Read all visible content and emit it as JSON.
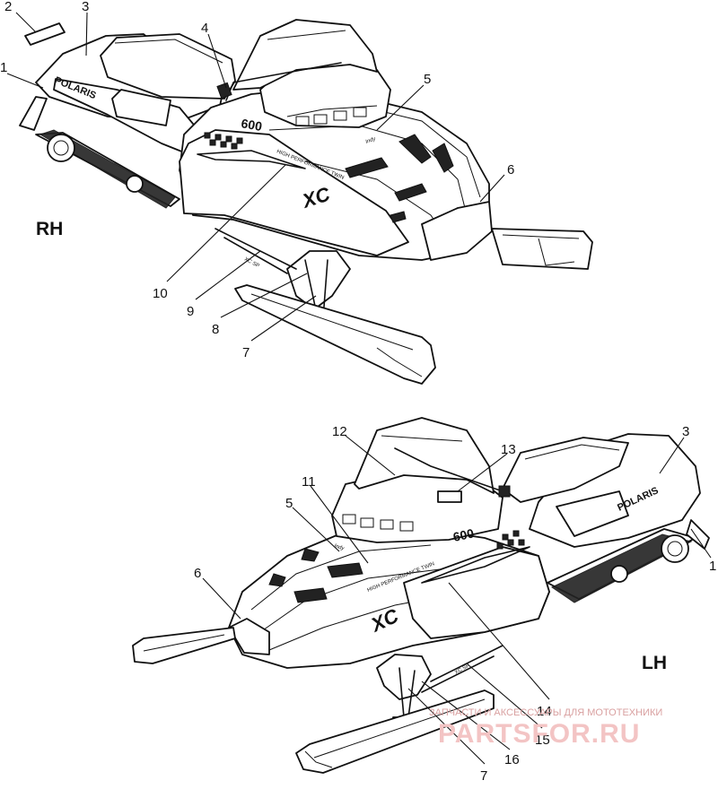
{
  "views": {
    "rh": {
      "label": "RH"
    },
    "lh": {
      "label": "LH"
    }
  },
  "decal_text": {
    "brand": "POLARIS",
    "engine": "600",
    "model": "XC",
    "feature": "HIGH PERFORMANCE TWIN",
    "xc_sp": "XC SP",
    "indy": "Indy"
  },
  "callouts": {
    "rh": [
      "1",
      "2",
      "3",
      "4",
      "5",
      "6",
      "7",
      "8",
      "9",
      "10"
    ],
    "lh": [
      "3",
      "1",
      "12",
      "13",
      "11",
      "5",
      "6",
      "14",
      "15",
      "16",
      "7"
    ]
  },
  "watermark": {
    "tagline": "ЗАПЧАСТИ И АКСЕССУАРЫ ДЛЯ МОТОТЕХНИКИ",
    "site": "PARTSFOR.RU"
  },
  "colors": {
    "line": "#111111",
    "background": "#ffffff",
    "watermark": "#f3c4c4"
  }
}
